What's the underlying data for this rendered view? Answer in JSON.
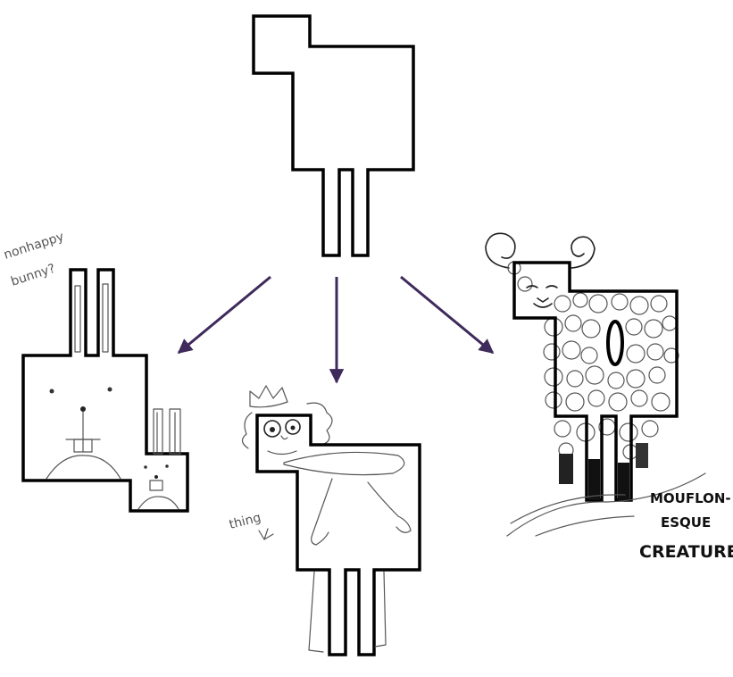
{
  "colors": {
    "arrow": "#3f2a5c",
    "outline": "#000000",
    "pencil": "#555555",
    "background": "#ffffff"
  },
  "diagram": {
    "source_shape": {
      "name": "base-square-creature"
    },
    "arrows": [
      {
        "name": "arrow-to-bunny"
      },
      {
        "name": "arrow-to-thing"
      },
      {
        "name": "arrow-to-mouflon"
      }
    ],
    "drawings": {
      "bunny": {
        "label_line1": "nonhappy",
        "label_line2": "bunny?"
      },
      "thing": {
        "label": "thing"
      },
      "mouflon": {
        "label_line1": "MOUFLON-",
        "label_line2": "ESQUE",
        "label_line3": "CREATURE"
      }
    }
  }
}
